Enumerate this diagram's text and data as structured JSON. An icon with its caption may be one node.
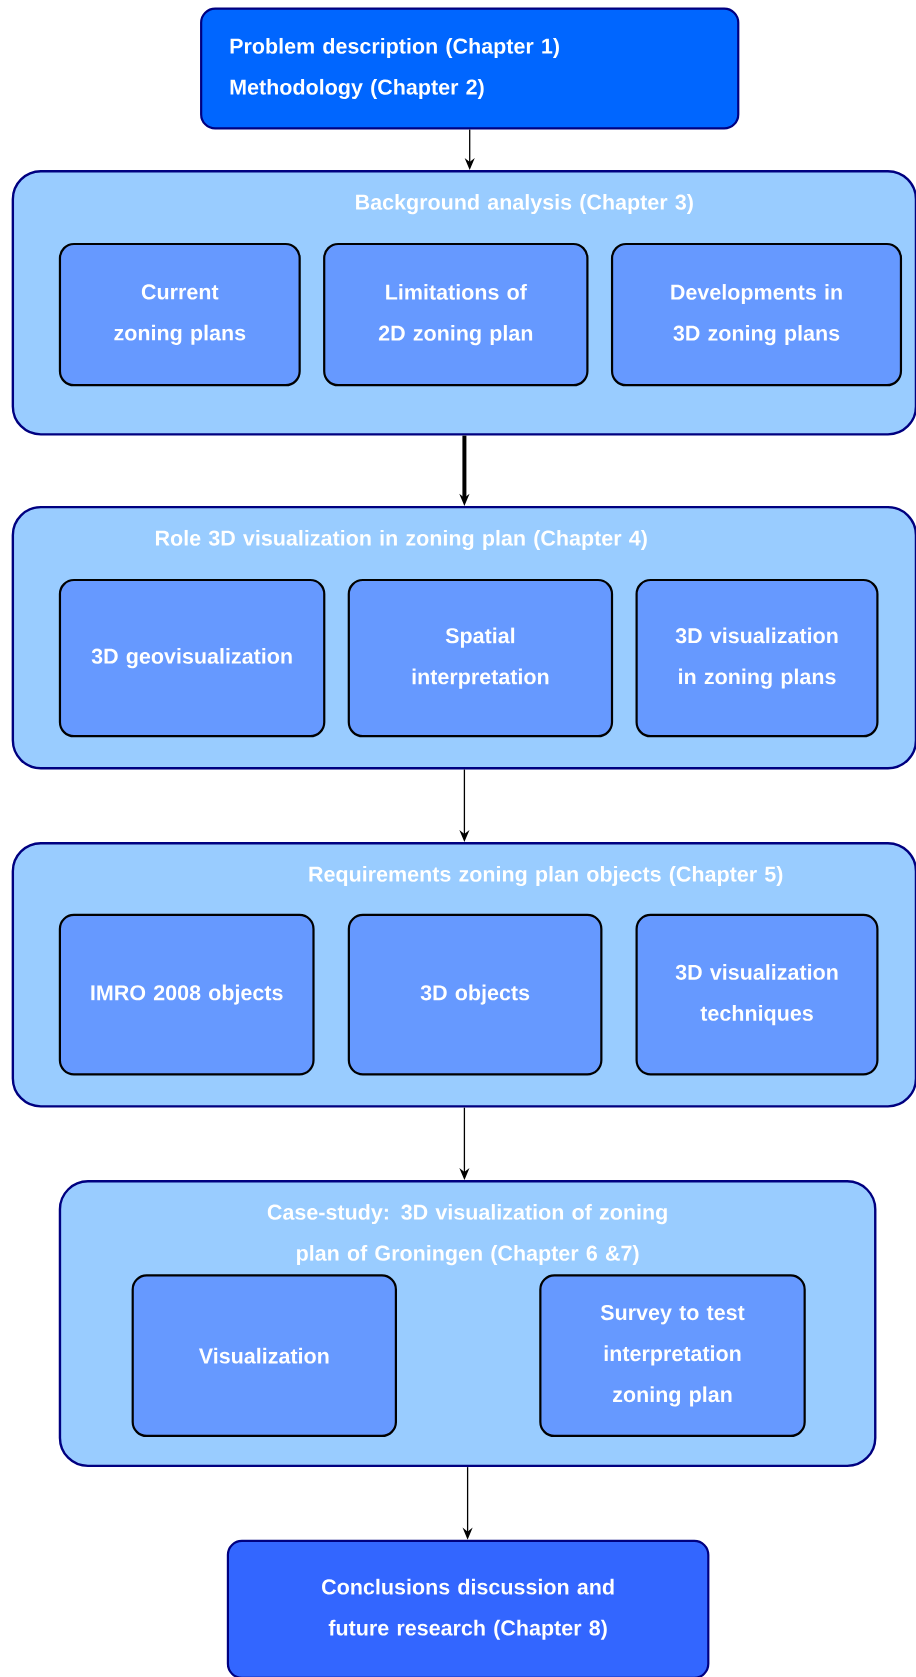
{
  "diagram": {
    "nodes": [
      {
        "text": [
          "Problem description (Chapter 1)",
          "Methodology  (Chapter 2)"
        ]
      },
      {
        "text": [
          "Background analysis (Chapter 3)"
        ]
      },
      {
        "text": [
          "Current zoning plans"
        ],
        "in": 1
      },
      {
        "text": [
          "Limitations of 2D zoning plan"
        ],
        "in": 1
      },
      {
        "text": [
          "Developments in 3D zoning plans"
        ],
        "in": 1
      },
      {
        "text": [
          "Role  3D visualization in zoning plan (Chapter 4)"
        ]
      },
      {
        "text": [
          "3D geovisualization"
        ],
        "in": 5
      },
      {
        "text": [
          "Spatial interpretation"
        ],
        "in": 5
      },
      {
        "text": [
          "3D visualization in zoning plans"
        ],
        "in": 5
      },
      {
        "text": [
          "Requirements zoning plan objects (Chapter 5)"
        ]
      },
      {
        "text": [
          "IMRO 2008 objects"
        ],
        "in": 9
      },
      {
        "text": [
          "3D  objects"
        ],
        "in": 9
      },
      {
        "text": [
          "3D visualization techniques"
        ],
        "in": 9
      },
      {
        "text": [
          "Case-study: 3D visualization of zoning plan of Groningen (Chapter 6 &7)"
        ]
      },
      {
        "text": [
          "Visualization"
        ],
        "in": 13
      },
      {
        "text": [
          "Survey to test interpretation zoning plan"
        ],
        "in": 13
      },
      {
        "text": [
          "Conclusions  discussion and future research (Chapter 8)"
        ]
      }
    ],
    "edges": [
      {
        "from": 0,
        "to": 1,
        "arrow": "to"
      },
      {
        "from": 1,
        "to": 5,
        "arrow": "to",
        "style": "thick"
      },
      {
        "from": 5,
        "to": 9,
        "arrow": "to"
      },
      {
        "from": 9,
        "to": 13,
        "arrow": "to"
      },
      {
        "from": 13,
        "to": 16,
        "arrow": "to"
      }
    ]
  }
}
